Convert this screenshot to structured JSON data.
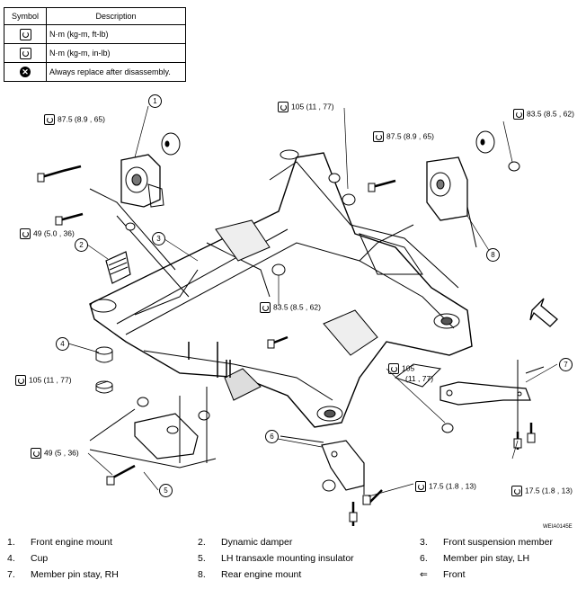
{
  "legend": {
    "header_symbol": "Symbol",
    "header_description": "Description",
    "rows": [
      {
        "icon": "torque-wrench-icon",
        "text": "N·m (kg-m, ft-lb)"
      },
      {
        "icon": "torque-wrench-small-icon",
        "text": "N·m (kg-m, in-lb)"
      },
      {
        "icon": "replace-x-icon",
        "text": "Always replace after disassembly."
      }
    ]
  },
  "torques": {
    "t1": "87.5 (8.9 , 65)",
    "t2": "49 (5.0 , 36)",
    "t3": "105 (11 , 77)",
    "t4": "87.5 (8.9 , 65)",
    "t5": "83.5 (8.5 , 62)",
    "t6": "83.5 (8.5 , 62)",
    "t7": "105 (11 , 77)",
    "t8a": "105",
    "t8b": "(11 , 77)",
    "t9": "49 (5 , 36)",
    "t10": "17.5 (1.8 , 13)",
    "t11": "17.5 (1.8 , 13)"
  },
  "callouts": [
    "1",
    "2",
    "3",
    "4",
    "5",
    "6",
    "7",
    "8"
  ],
  "figure_code": "WEIA0145E",
  "parts": [
    {
      "num": "1.",
      "name": "Front engine mount"
    },
    {
      "num": "2.",
      "name": "Dynamic damper"
    },
    {
      "num": "3.",
      "name": "Front suspension member"
    },
    {
      "num": "4.",
      "name": "Cup"
    },
    {
      "num": "5.",
      "name": "LH transaxle mounting insulator"
    },
    {
      "num": "6.",
      "name": "Member pin stay, LH"
    },
    {
      "num": "7.",
      "name": "Member pin stay, RH"
    },
    {
      "num": "8.",
      "name": "Rear engine mount"
    },
    {
      "num": "⇐",
      "name": "Front"
    }
  ]
}
